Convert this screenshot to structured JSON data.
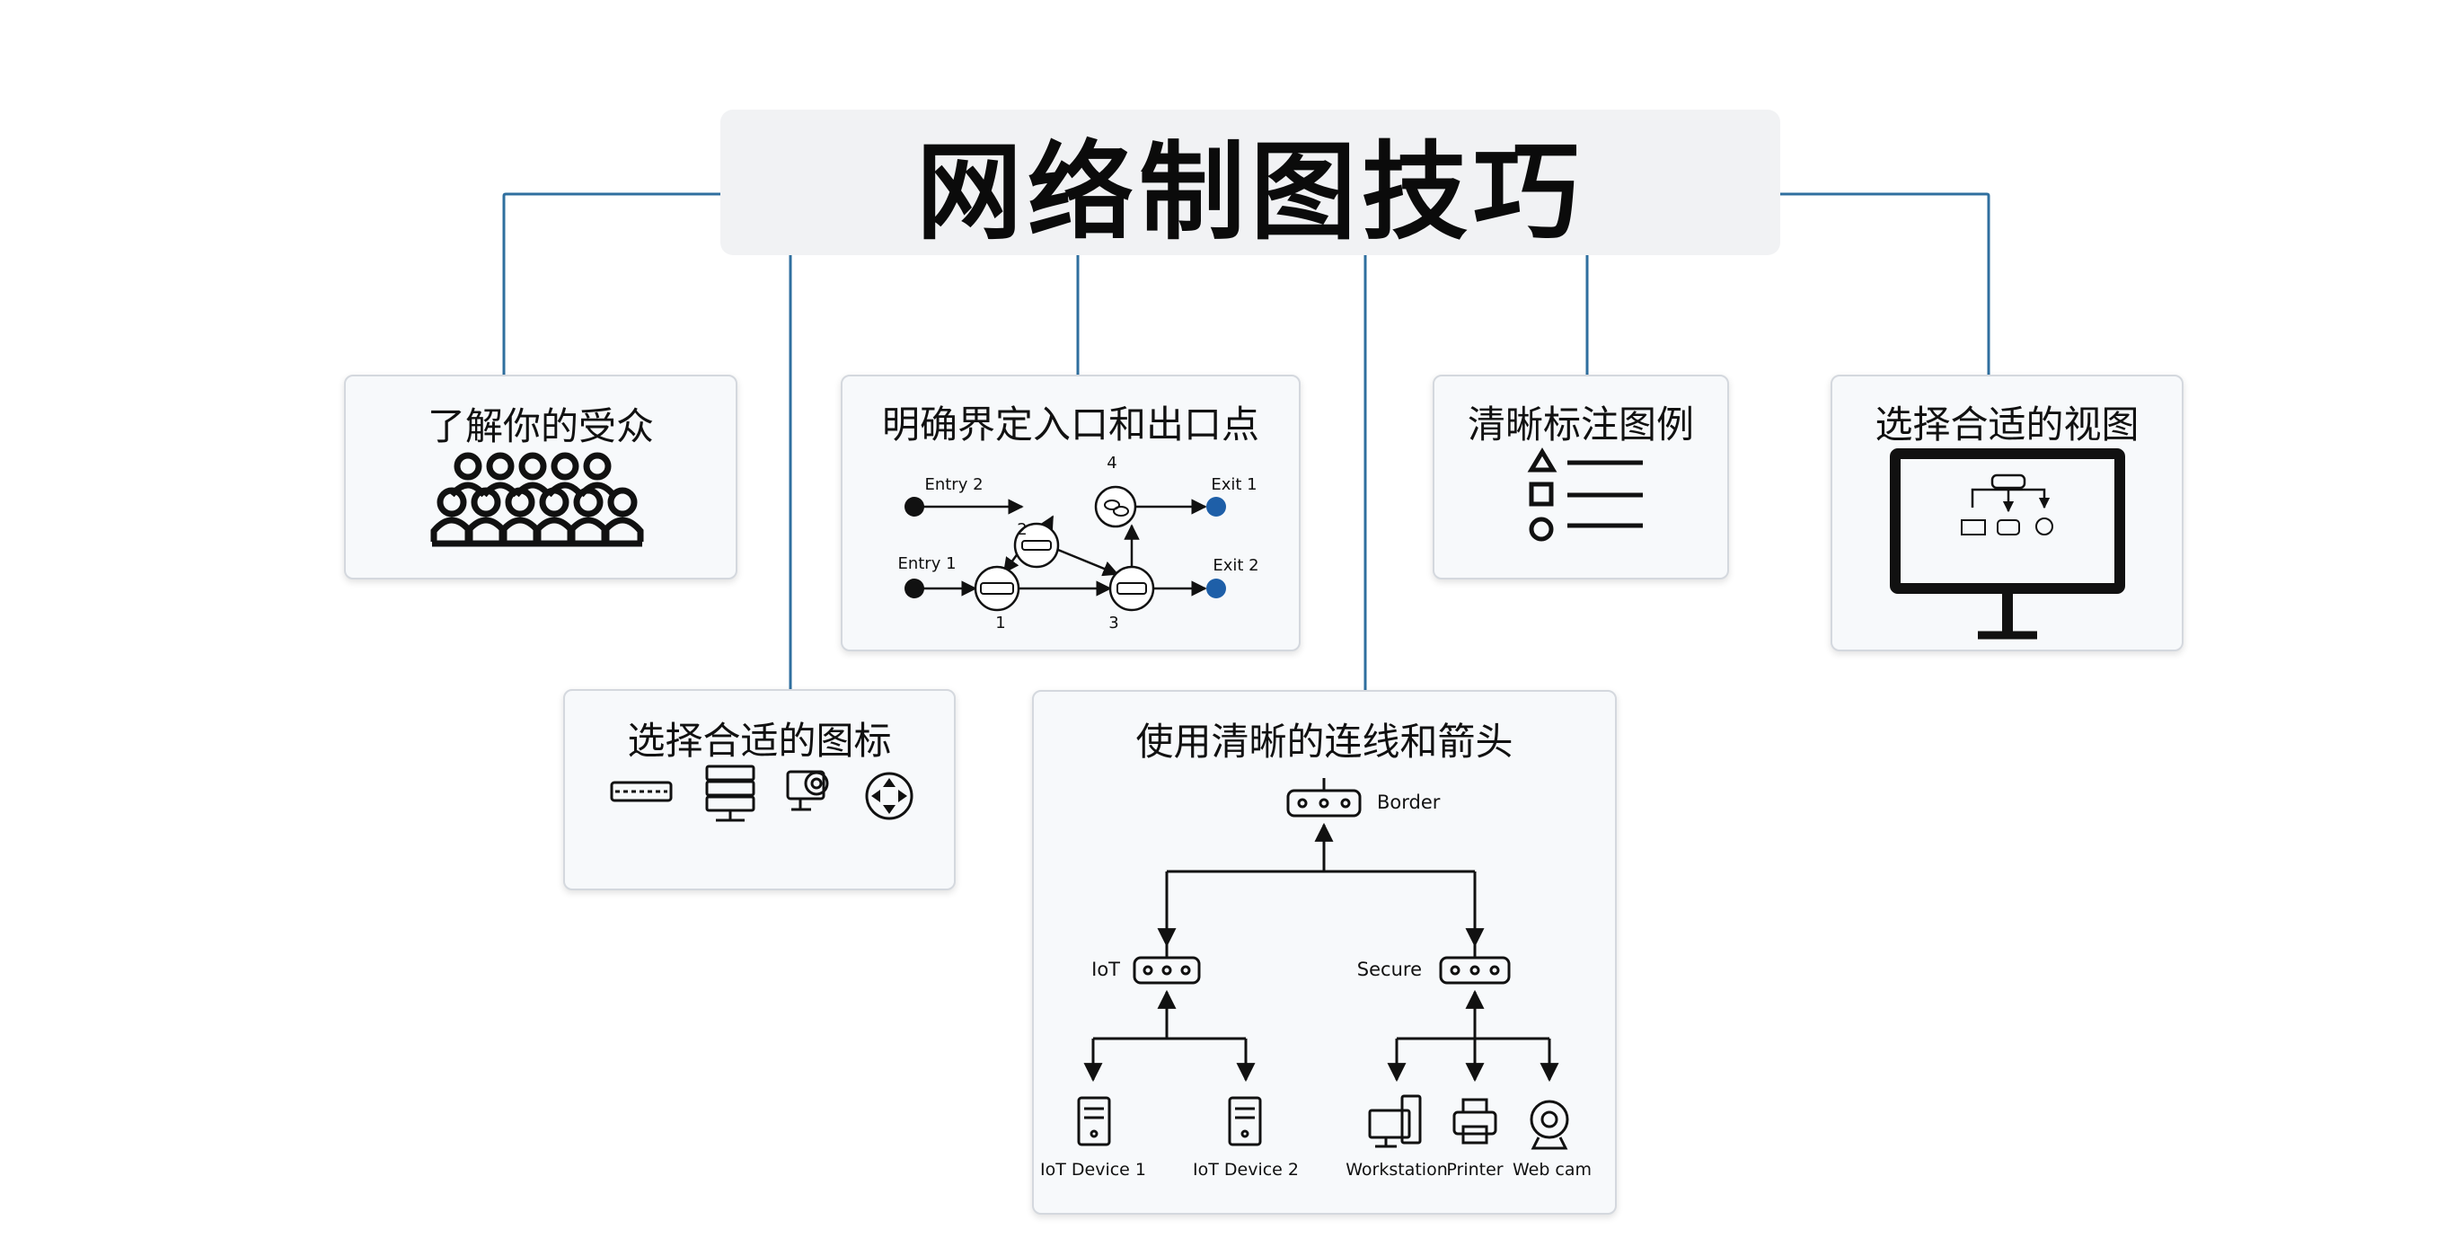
{
  "title": "网络制图技巧",
  "colors": {
    "connector": "#2f6f9f",
    "exit_node": "#1e5fa8",
    "card_bg": "#f7f9fb",
    "title_bg": "#f1f2f4"
  },
  "cards": {
    "audience": {
      "title": "了解你的受众",
      "icon": "audience-group-icon"
    },
    "entry_exit": {
      "title": "明确界定入口和出口点",
      "labels": {
        "entry1": "Entry 1",
        "entry2": "Entry 2",
        "exit1": "Exit 1",
        "exit2": "Exit 2",
        "n1": "1",
        "n2": "2",
        "n3": "3",
        "n4": "4"
      }
    },
    "legend": {
      "title": "清晰标注图例",
      "icon": "legend-icon"
    },
    "view": {
      "title": "选择合适的视图",
      "icon": "monitor-icon"
    },
    "icons": {
      "title": "选择合适的图标",
      "icons": [
        "switch-icon",
        "server-icon",
        "camera-icon",
        "router-icon"
      ]
    },
    "connections": {
      "title": "使用清晰的连线和箭头",
      "labels": {
        "border": "Border",
        "iot": "IoT",
        "secure": "Secure",
        "iot_device1": "IoT Device 1",
        "iot_device2": "IoT Device 2",
        "workstation": "Workstation",
        "printer": "Printer",
        "webcam": "Web cam"
      }
    }
  }
}
